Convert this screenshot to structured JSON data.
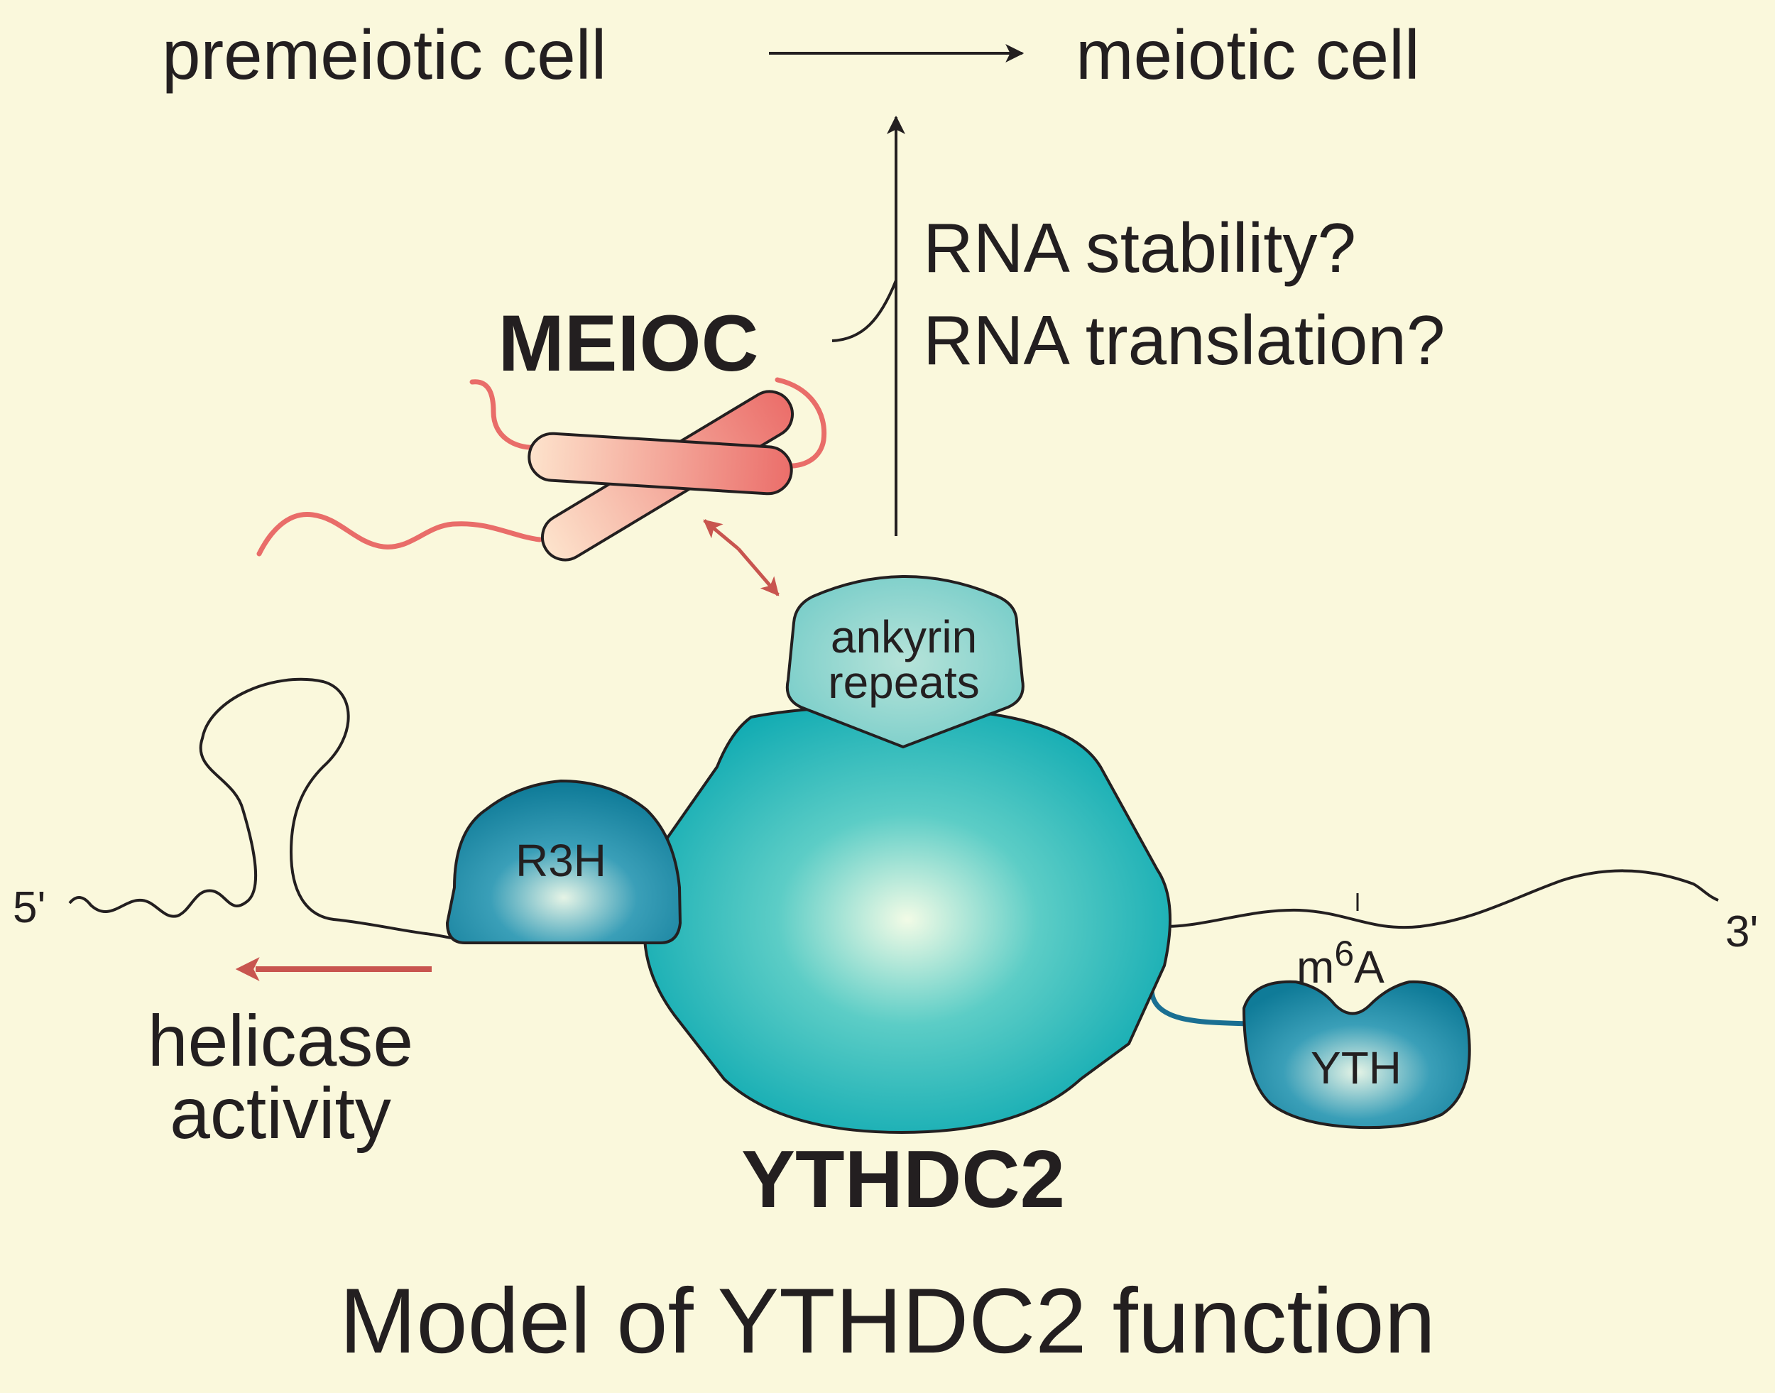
{
  "diagram": {
    "header": {
      "start_state": "premeiotic cell",
      "end_state": "meiotic cell"
    },
    "outcomes": {
      "line1": "RNA stability?",
      "line2": "RNA translation?"
    },
    "meioc": {
      "label": "MEIOC"
    },
    "ythdc2": {
      "label": "YTHDC2",
      "domains": {
        "ankyrin_line1": "ankyrin",
        "ankyrin_line2": "repeats",
        "r3h": "R3H",
        "yth": "YTH"
      }
    },
    "rna": {
      "five_prime": "5'",
      "three_prime": "3'",
      "modification_base": "m",
      "modification_superscript": "6",
      "modification_tail": "A"
    },
    "helicase": {
      "line1": "helicase",
      "line2": "activity"
    },
    "caption": "Model of YTHDC2 function",
    "colors": {
      "background": "#faf8dc",
      "teal": "#1fb5b8",
      "teal_dark": "#0d7a96",
      "meioc_red": "#e96d69",
      "helicase_arrow": "#c8554f",
      "outline": "#231f20"
    }
  }
}
